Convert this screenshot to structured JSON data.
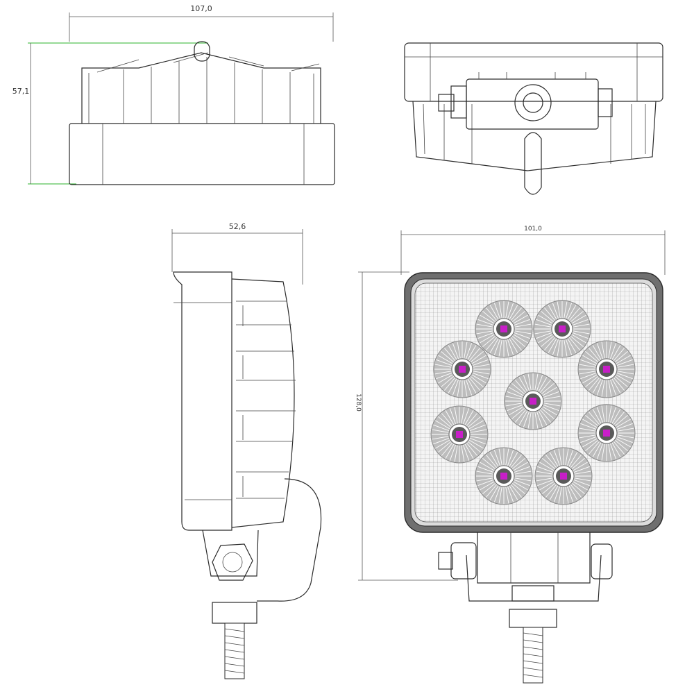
{
  "dimensions": {
    "top_width": "107,0",
    "top_height": "57,1",
    "side_depth": "52,6",
    "front_width": "101,0",
    "front_height": "128,0"
  },
  "colors": {
    "line": "#2a2a2a",
    "lens_fill": "#bdbdbd",
    "led_chip": "#c81ec8",
    "extension_line": "#2bb32b",
    "grid": "#9a9a9a"
  },
  "led_count": 9
}
